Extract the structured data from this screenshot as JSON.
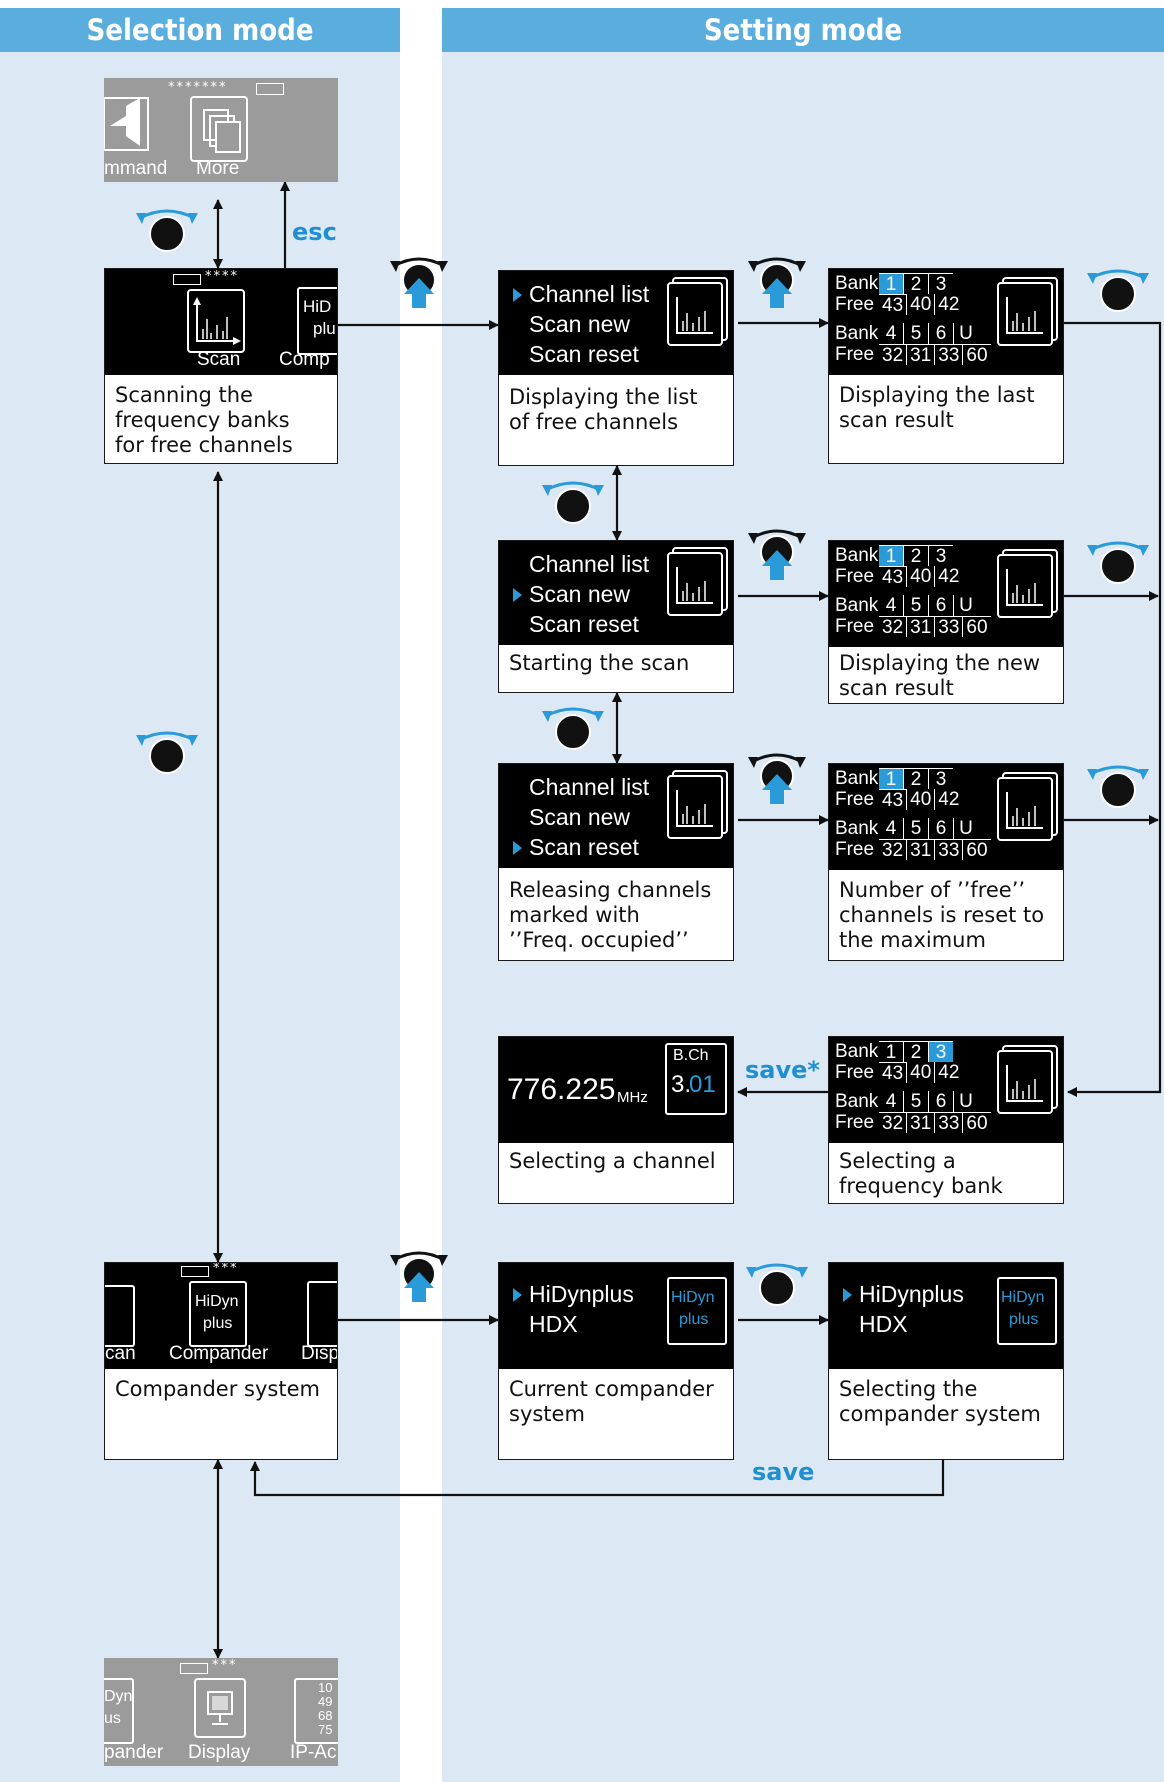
{
  "columns": {
    "selection_title": "Selection mode",
    "setting_title": "Setting mode"
  },
  "colors": {
    "accent": "#2a9ad8",
    "column_bg": "#dce8f4",
    "header_bg": "#5aaede"
  },
  "labels": {
    "esc": "esc",
    "save_star": "save*",
    "save": "save"
  },
  "top_screen": {
    "dots": "*******",
    "left_icon_label": "mmand",
    "icon_label": "More"
  },
  "scan_screen": {
    "dots": "****",
    "icon_label": "Scan",
    "right_icon_label": "Comp",
    "right_icon_text1": "HiD",
    "right_icon_text2": "plu",
    "caption": "Scanning the\nfrequency banks\nfor free channels"
  },
  "menu": {
    "items": [
      "Channel list",
      "Scan new",
      "Scan reset"
    ]
  },
  "menu_captions": [
    "Displaying the list\nof free channels",
    "Starting the scan",
    "Releasing channels\nmarked with\n’’Freq. occupied’’"
  ],
  "bank_table": {
    "bank_label": "Bank",
    "free_label": "Free",
    "banks_row1": [
      "1",
      "2",
      "3"
    ],
    "free_row1": [
      "43",
      "40",
      "42"
    ],
    "banks_row2": [
      "4",
      "5",
      "6",
      "U"
    ],
    "free_row2": [
      "32",
      "31",
      "33",
      "60"
    ]
  },
  "result_captions": [
    "Displaying the last\nscan result",
    "Displaying the new\nscan result",
    "Number of ’’free’’\nchannels is reset to\nthe maximum",
    "Selecting a\nfrequency bank"
  ],
  "channel_screen": {
    "frequency": "776.225",
    "unit": "MHz",
    "bch_label": "B.Ch",
    "bank_digit": "3.",
    "channel_digits": "01",
    "caption": "Selecting a channel"
  },
  "compander_select": {
    "dots": "***",
    "left_icon_label": "can",
    "icon_text1": "HiDyn",
    "icon_text2": "plus",
    "icon_label": "Compander",
    "right_icon_label": "Disp",
    "caption": "Compander system"
  },
  "compander_menu": {
    "items": [
      "HiDynplus",
      "HDX"
    ],
    "icon_text1": "HiDyn",
    "icon_text2": "plus"
  },
  "compander_captions": [
    "Current compander\nsystem",
    "Selecting the\ncompander system"
  ],
  "bottom_screen": {
    "dots": "***",
    "left_text1": "Dyn",
    "left_text2": "us",
    "left_label": "pander",
    "icon_label": "Display",
    "right_label": "IP-Ac",
    "right_numbers": [
      "10",
      "49",
      "68",
      "75"
    ]
  }
}
